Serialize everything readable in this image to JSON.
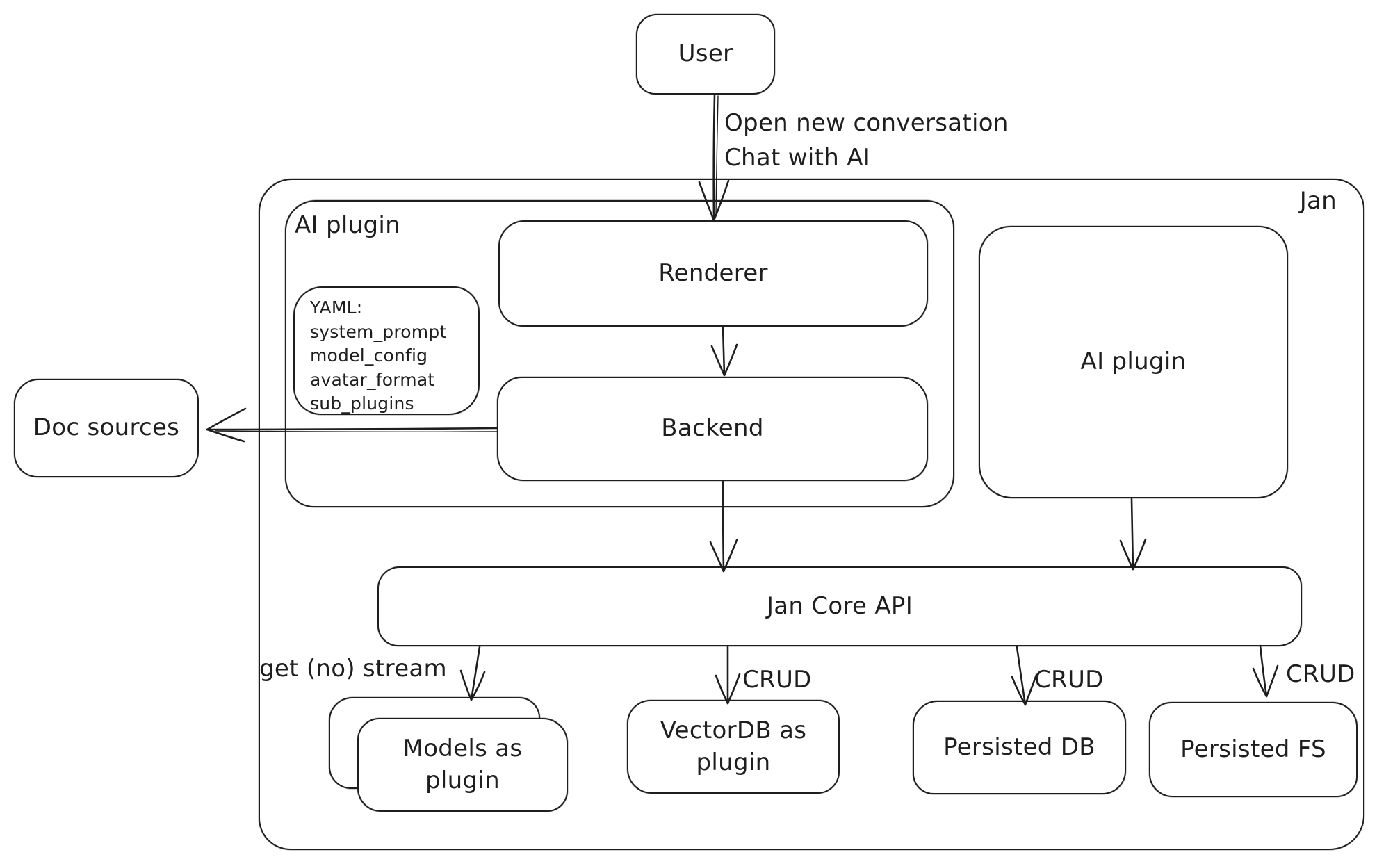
{
  "colors": {
    "stroke": "#1e1e1e",
    "background": "#ffffff"
  },
  "nodes": {
    "user": {
      "label": "User"
    },
    "jan_container": {
      "label": "Jan"
    },
    "ai_plugin_container": {
      "label": "AI plugin"
    },
    "renderer": {
      "label": "Renderer"
    },
    "yaml_note": {
      "lines": [
        "YAML:",
        "system_prompt",
        "model_config",
        "avatar_format",
        "sub_plugins"
      ]
    },
    "backend": {
      "label": "Backend"
    },
    "ai_plugin_right": {
      "label": "AI plugin"
    },
    "doc_sources": {
      "label": "Doc sources"
    },
    "jan_core_api": {
      "label": "Jan Core API"
    },
    "models_plugin": {
      "label": "Models as plugin"
    },
    "vectordb_plugin": {
      "label": "VectorDB as plugin"
    },
    "persisted_db": {
      "label": "Persisted DB"
    },
    "persisted_fs": {
      "label": "Persisted FS"
    }
  },
  "edge_labels": {
    "user_flow_line1": "Open new conversation",
    "user_flow_line2": "Chat with AI",
    "get_no_stream": "get (no) stream",
    "crud_vectordb": "CRUD",
    "crud_persisted_db": "CRUD",
    "crud_persisted_fs": "CRUD"
  }
}
